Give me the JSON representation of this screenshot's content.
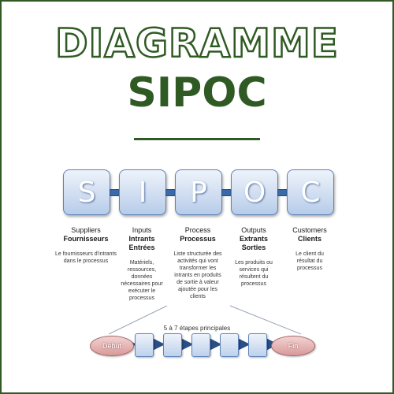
{
  "title": {
    "line1": "DIAGRAMME",
    "line2": "SIPOC"
  },
  "boxes": [
    {
      "letter": "S"
    },
    {
      "letter": "I"
    },
    {
      "letter": "P"
    },
    {
      "letter": "O"
    },
    {
      "letter": "C"
    }
  ],
  "columns": [
    {
      "en": "Suppliers",
      "fr": "Fournisseurs",
      "desc": "Le fournisseurs d'intrants dans le processus"
    },
    {
      "en": "Inputs",
      "fr": "Intrants\nEntrées",
      "desc": "Matériels, ressources, données nécessaires pour exécuter le processus"
    },
    {
      "en": "Process",
      "fr": "Processus",
      "desc": "Liste structurée des activités qui vont transformer les intrants en produits de sortie à valeur ajoutée pour les clients"
    },
    {
      "en": "Outputs",
      "fr": "Extrants\nSorties",
      "desc": "Les produits ou services qui résultent du processus"
    },
    {
      "en": "Customers",
      "fr": "Clients",
      "desc": "Le client du résultat du processus"
    }
  ],
  "process_steps": {
    "label": "5 à 7 étapes principales",
    "start": "Début",
    "end": "Fin"
  },
  "colors": {
    "title_green": "#2f5a23",
    "box_border": "#5e83b8",
    "connector": "#3a6aa8",
    "oval_fill": "#d89a9a"
  }
}
